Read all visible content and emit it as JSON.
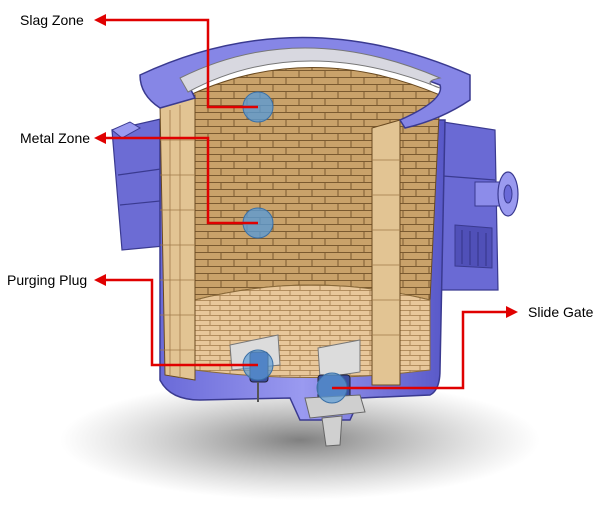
{
  "labels": {
    "slag_zone": "Slag Zone",
    "metal_zone": "Metal Zone",
    "purging_plug": "Purging Plug",
    "slide_gate": "Slide Gate"
  },
  "colors": {
    "shell": "#7f7fe0",
    "shell_dark": "#4a4ab0",
    "brick": "#c9a26a",
    "brick_light": "#e8c79a",
    "callout": "#e00000",
    "marker": "#5b9bd5"
  }
}
